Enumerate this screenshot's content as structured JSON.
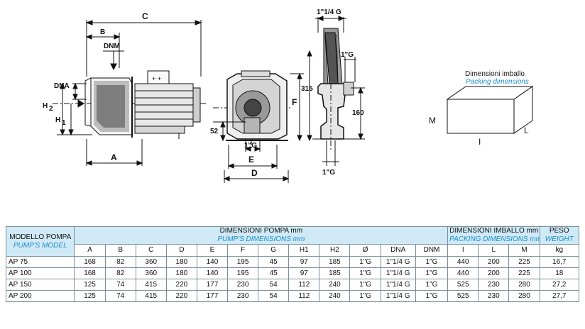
{
  "drawing": {
    "labels": {
      "C": "C",
      "B": "B",
      "DNM": "DNM",
      "DNA": "DNA",
      "H2": "H",
      "H2_sub": "2",
      "H1": "H",
      "H1_sub": "1",
      "A": "A",
      "E": "E",
      "D": "D",
      "F": "F",
      "d315": "315",
      "d52": "52",
      "g1": "1\"G",
      "g114": "1\"1/4 G",
      "g1_right": "1\"G",
      "d160": "160",
      "g1_bottom": "1\"G"
    }
  },
  "packing_box": {
    "title_it": "Dimensioni imballo",
    "title_en": "Packing dimensions",
    "label_m": "M",
    "label_l": "L",
    "label_i": "I"
  },
  "table": {
    "model_header_it": "MODELLO POMPA",
    "model_header_en": "PUMP'S MODEL",
    "pump_dims_it": "DIMENSIONI POMPA mm",
    "pump_dims_en": "PUMP'S DIMENSIONS mm",
    "pack_dims_it": "DIMENSIONI IMBALLO mm",
    "pack_dims_en": "PACKING DIMENSIONS mm",
    "weight_it": "PESO",
    "weight_en": "WEIGHT",
    "columns": [
      "A",
      "B",
      "C",
      "D",
      "E",
      "F",
      "G",
      "H1",
      "H2",
      "Ø",
      "DNA",
      "DNM",
      "I",
      "L",
      "M",
      "kg"
    ],
    "rows": [
      {
        "model": "AP 75",
        "cells": [
          "168",
          "82",
          "360",
          "180",
          "140",
          "195",
          "45",
          "97",
          "185",
          "1\"G",
          "1\"1/4 G",
          "1\"G",
          "440",
          "200",
          "225",
          "16,7"
        ]
      },
      {
        "model": "AP 100",
        "cells": [
          "168",
          "82",
          "360",
          "180",
          "140",
          "195",
          "45",
          "97",
          "185",
          "1\"G",
          "1\"1/4 G",
          "1\"G",
          "440",
          "200",
          "225",
          "18"
        ]
      },
      {
        "model": "AP 150",
        "cells": [
          "125",
          "74",
          "415",
          "220",
          "177",
          "230",
          "54",
          "112",
          "240",
          "1\"G",
          "1\"1/4 G",
          "1\"G",
          "525",
          "230",
          "280",
          "27,2"
        ]
      },
      {
        "model": "AP 200",
        "cells": [
          "125",
          "74",
          "415",
          "220",
          "177",
          "230",
          "54",
          "112",
          "240",
          "1\"G",
          "1\"1/4 G",
          "1\"G",
          "525",
          "230",
          "280",
          "27,7"
        ]
      }
    ]
  }
}
